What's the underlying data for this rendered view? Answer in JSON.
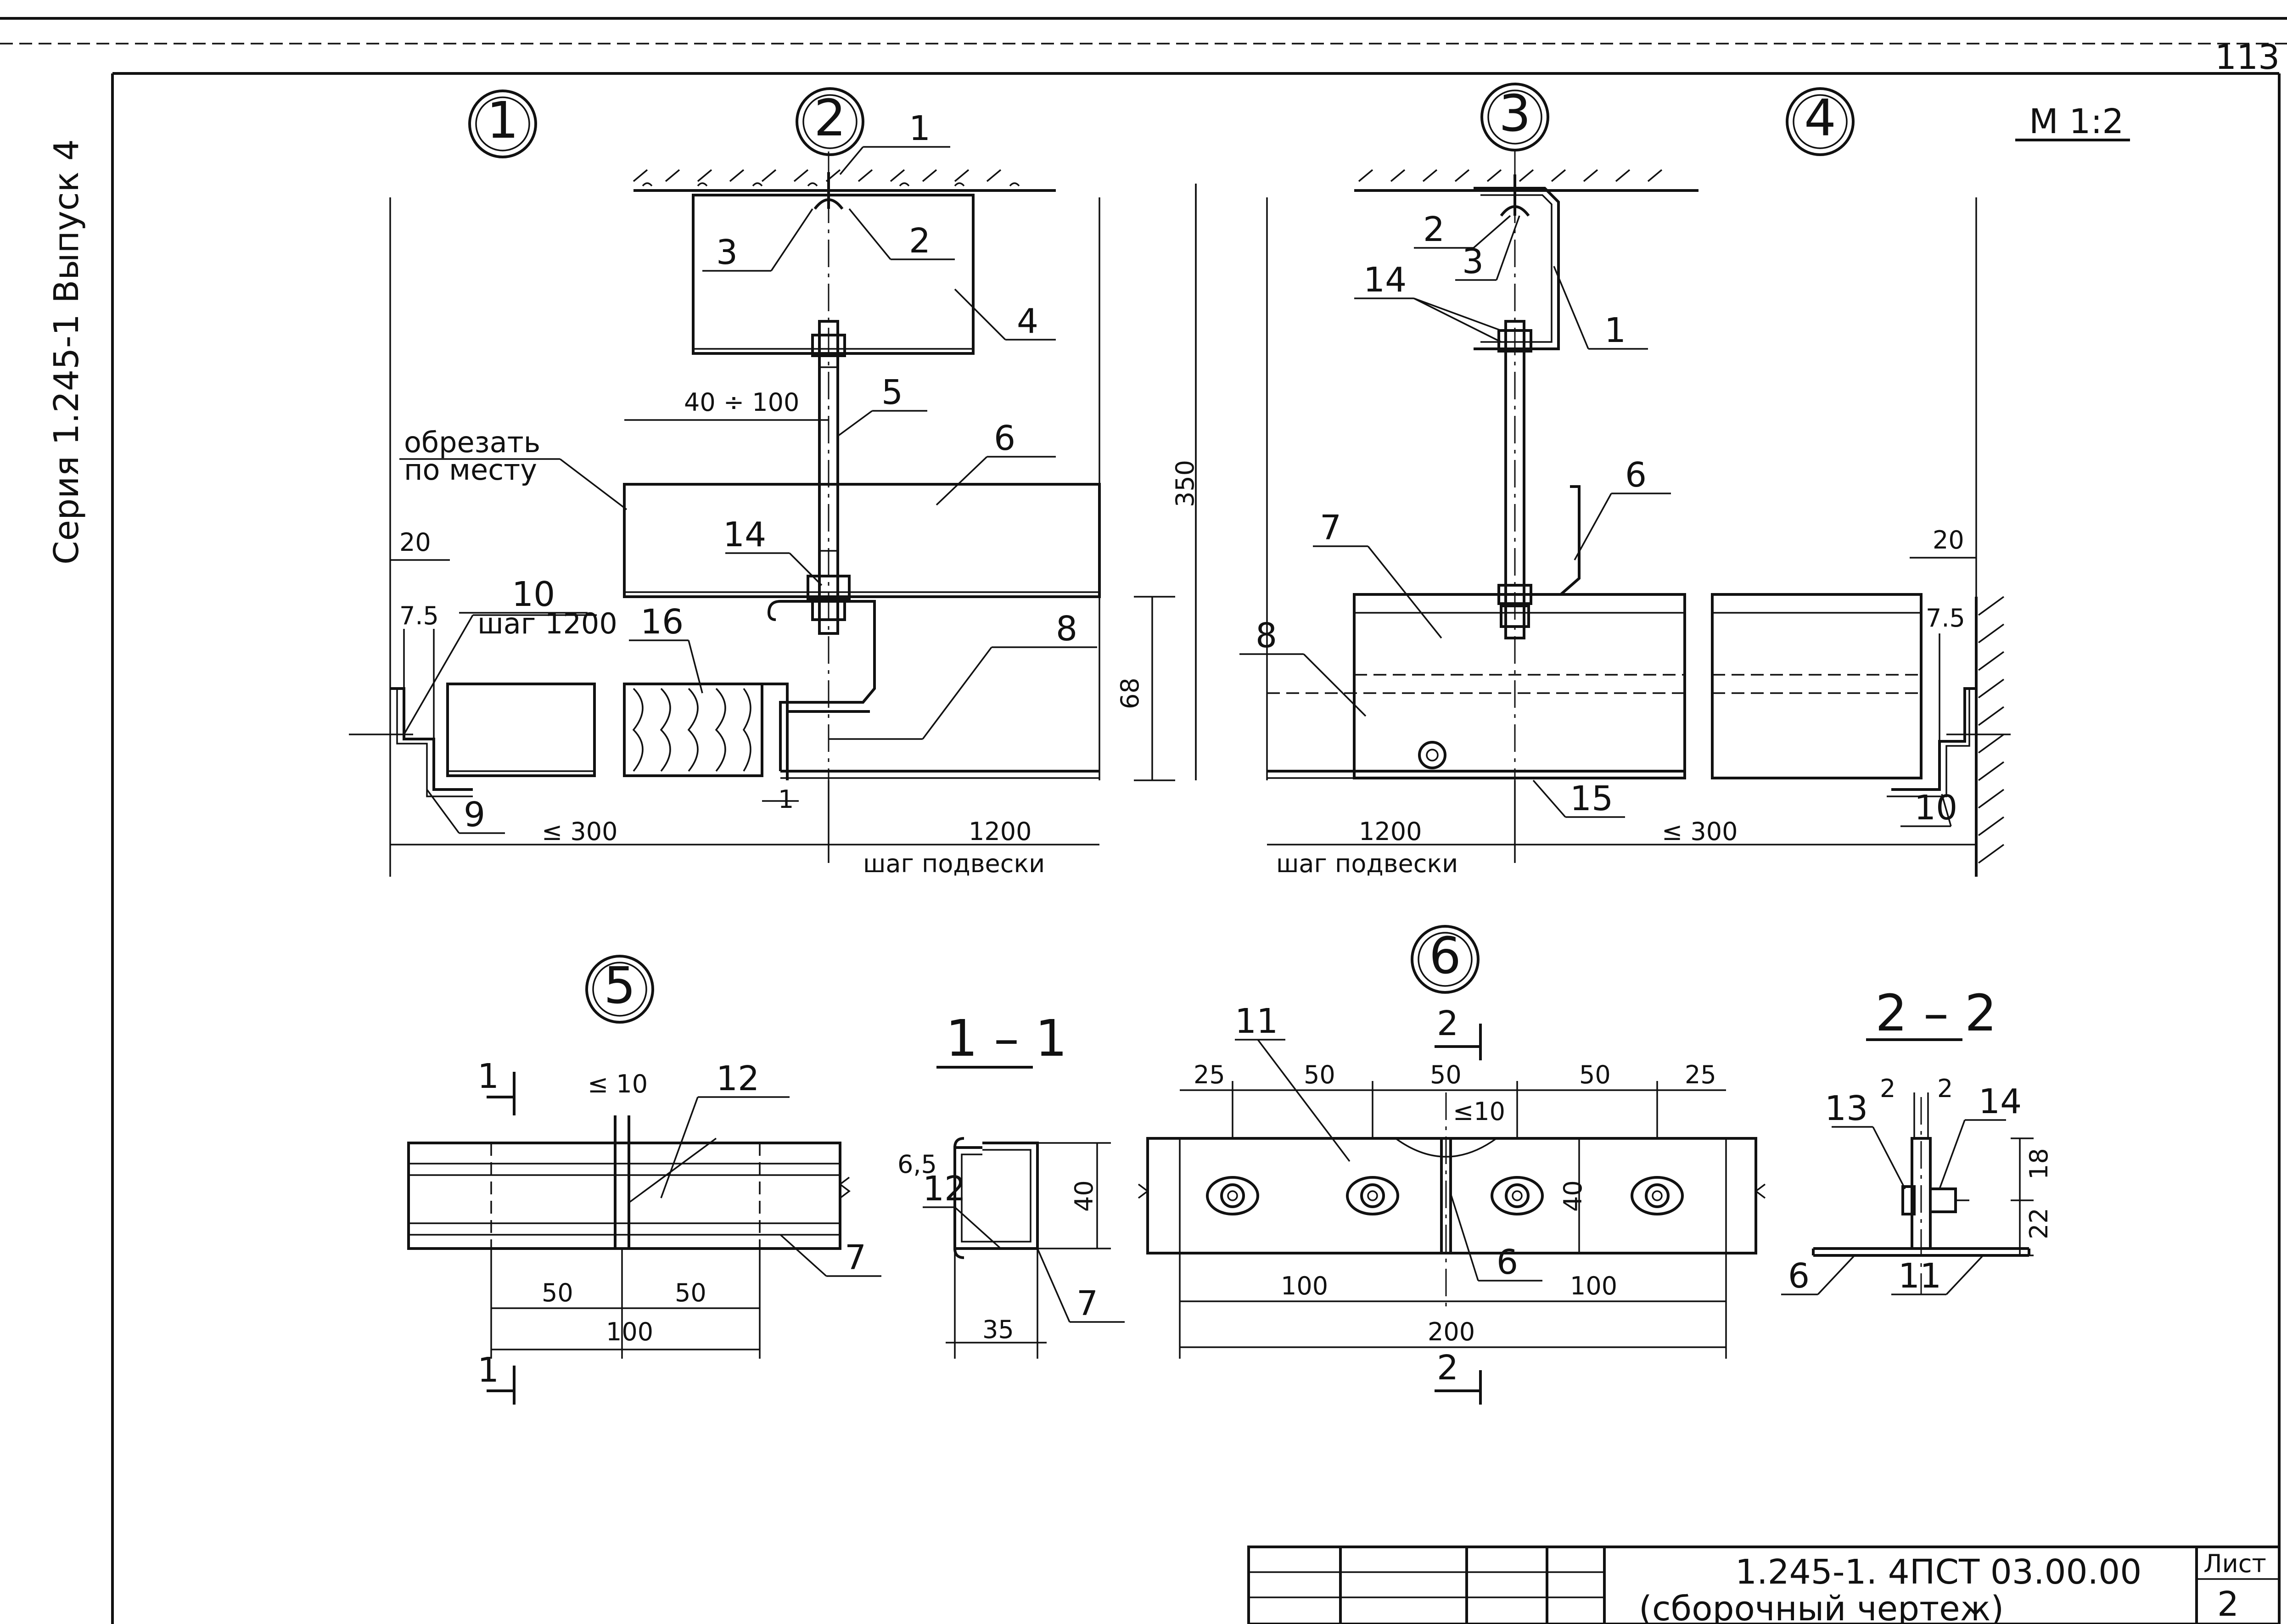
{
  "sheet_page_number": "113",
  "side_stamp": "Серия 1.245-1  Выпуск 4",
  "scale": "М 1:2",
  "view_markers": [
    "1",
    "2",
    "3",
    "4",
    "5",
    "6"
  ],
  "section_titles": {
    "s11": "1 – 1",
    "s22": "2 – 2"
  },
  "leaders": [
    "1",
    "2",
    "3",
    "4",
    "5",
    "6",
    "7",
    "8",
    "9",
    "10",
    "11",
    "12",
    "13",
    "14",
    "15",
    "16"
  ],
  "notes": {
    "cut_line1": "обрезать",
    "cut_line2": "по месту",
    "pitch_1200": "шаг 1200",
    "hanger_pitch": "шаг подвески"
  },
  "dims": {
    "d350": "350",
    "d68": "68",
    "d40_100": "40 ÷ 100",
    "d20": "20",
    "d7_5": "7.5",
    "d1200": "1200",
    "d300": "≤ 300",
    "d1": "1",
    "d10": "≤ 10",
    "d50": "50",
    "d100": "100",
    "d25": "25",
    "d200": "200",
    "d40": "40",
    "d6_5": "6,5",
    "d35": "35",
    "d2": "2",
    "d18": "18",
    "d22": "22",
    "s10": "≤10",
    "cut1": "1",
    "cut2": "2"
  },
  "title_block": {
    "code": "1.245-1. 4ПСТ  03.00.00",
    "name": "(сборочный чертеж)",
    "sheet_label": "Лист",
    "sheet_no": "2"
  }
}
